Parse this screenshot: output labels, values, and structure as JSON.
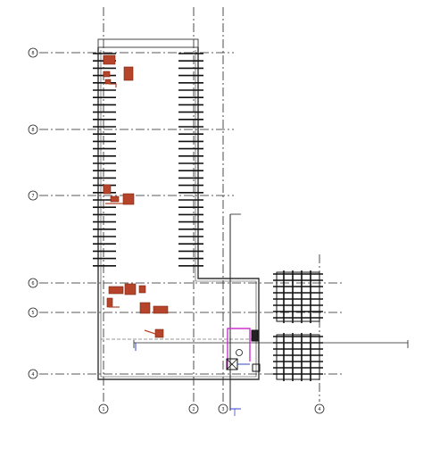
{
  "drawing": {
    "type": "floor-plan",
    "grid_rows": [
      {
        "label": "8"
      },
      {
        "label": "8"
      },
      {
        "label": "7"
      },
      {
        "label": "6"
      },
      {
        "label": "5"
      },
      {
        "label": "4"
      }
    ],
    "grid_cols": [
      {
        "label": "1"
      },
      {
        "label": "2"
      },
      {
        "label": "3"
      },
      {
        "label": "4"
      }
    ],
    "colors": {
      "grid": "#222222",
      "wall": "#333333",
      "equipment": "#b5442a",
      "equipment_dark": "#7a2410",
      "pipe_magenta": "#cc33cc",
      "pipe_blue": "#3344cc",
      "background": "#ffffff"
    }
  }
}
